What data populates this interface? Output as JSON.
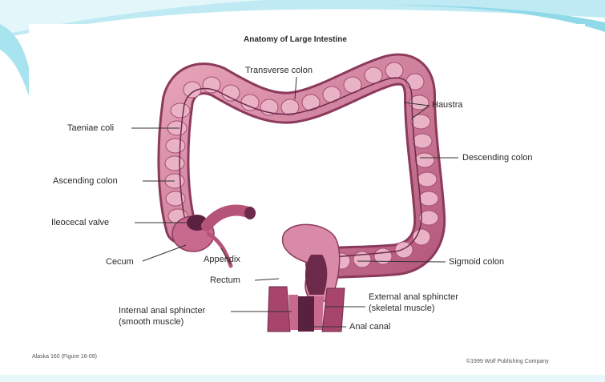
{
  "slide": {
    "accent_colors": [
      "#a8e4ef",
      "#d7f3f8",
      "#7fd3e3"
    ]
  },
  "figure": {
    "title": "Anatomy of Large Intestine",
    "colors": {
      "colon": "#c46b8a",
      "colon_light": "#e6a3b8",
      "colon_dark": "#8c3a5c",
      "canal_dark": "#5a2040"
    },
    "labels": {
      "transverse_colon": "Transverse colon",
      "haustra": "Haustra",
      "taeniae_coli": "Taeniae coli",
      "descending_colon": "Descending colon",
      "ascending_colon": "Ascending colon",
      "ileocecal_valve": "Ileocecal valve",
      "appendix": "Appendix",
      "cecum": "Cecum",
      "sigmoid_colon": "Sigmoid colon",
      "rectum": "Rectum",
      "external_anal_sphincter_1": "External anal sphincter",
      "external_anal_sphincter_2": "(skeletal muscle)",
      "internal_anal_sphincter_1": "Internal anal sphincter",
      "internal_anal_sphincter_2": "(smooth muscle)",
      "anal_canal": "Anal canal"
    },
    "credit_left": "Alaska 160 (Figure 16-09)",
    "credit_right": "©1999 Wolf Publishing Company"
  }
}
